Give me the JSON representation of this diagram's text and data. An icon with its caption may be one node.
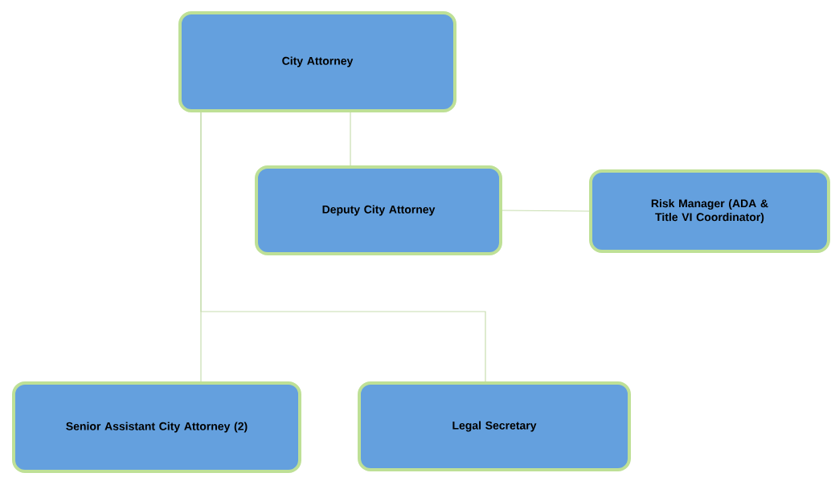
{
  "diagram": {
    "nodes": [
      {
        "text": [
          "City Attorney"
        ]
      },
      {
        "text": [
          "Deputy City Attorney"
        ]
      },
      {
        "text": [
          "Risk Manager (ADA & Title VI Coordinator)"
        ]
      },
      {
        "text": [
          "Senior Assistant City Attorney (2)"
        ]
      },
      {
        "text": [
          "Legal Secretary"
        ]
      }
    ],
    "edges": [
      {
        "from": 0,
        "to": 1,
        "arrow": "none"
      },
      {
        "from": 1,
        "to": 2,
        "arrow": "none"
      },
      {
        "from": 0,
        "to": 3,
        "arrow": "none"
      },
      {
        "from": 0,
        "to": 4,
        "arrow": "none"
      }
    ]
  }
}
